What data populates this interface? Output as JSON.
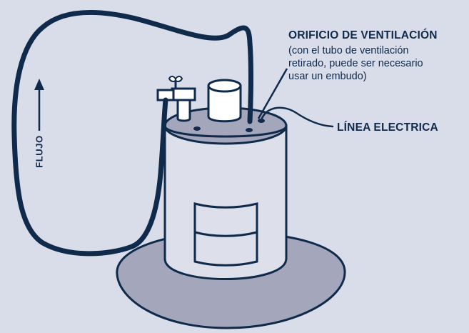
{
  "vent": {
    "title": "ORIFICIO DE VENTILACIÓN",
    "description_lines": [
      "(con el tubo de ventilación",
      "retirado, puede ser necesario",
      "usar un embudo)"
    ]
  },
  "electric_line": {
    "label": "LÍNEA ELECTRICA"
  },
  "flow": {
    "label": "FLUJO"
  },
  "colors": {
    "background": "#d9dde9",
    "outline": "#0f2a4a",
    "tank_fill": "#dde0eb",
    "base_fill": "#a4a7bb",
    "top_fill": "#a4a7bb"
  }
}
